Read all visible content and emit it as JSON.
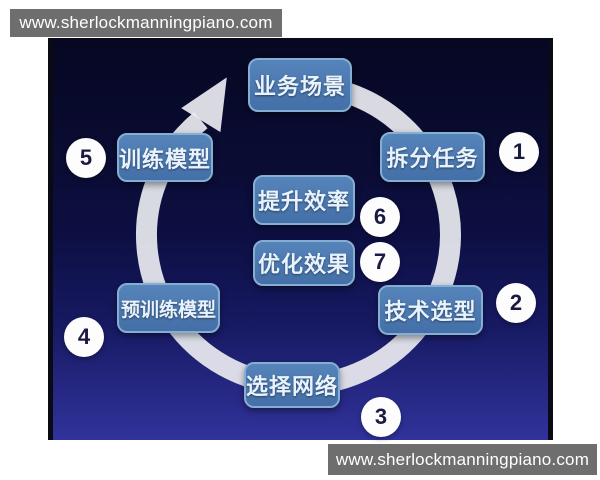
{
  "watermark": {
    "text": "www.sherlockmanningpiano.com"
  },
  "diagram": {
    "title_hint": "circular-process-flow",
    "nodes": {
      "business_scene": {
        "label": "业务场景"
      },
      "split_task": {
        "label": "拆分任务",
        "number": "1"
      },
      "tech_selection": {
        "label": "技术选型",
        "number": "2"
      },
      "select_network": {
        "label": "选择网络",
        "number": "3"
      },
      "pretrain_model": {
        "label": "预训练模型",
        "number": "4"
      },
      "train_model": {
        "label": "训练模型",
        "number": "5"
      },
      "improve_efficiency": {
        "label": "提升效率",
        "number": "6"
      },
      "optimize_effect": {
        "label": "优化效果",
        "number": "7"
      }
    },
    "flow_order": [
      "业务场景",
      "拆分任务",
      "技术选型",
      "选择网络",
      "预训练模型",
      "训练模型"
    ],
    "center_items": [
      "提升效率",
      "优化效果"
    ],
    "colors": {
      "box_fill": "#4b7ab2",
      "box_border": "#86add2",
      "box_text": "#e9f3fd",
      "ring": "#e8eaef",
      "badge_bg": "#fdfdfd",
      "badge_text": "#1a1a42",
      "bg_top": "#060722",
      "bg_bottom": "#31329b",
      "watermark_bar": "#6e6e6e",
      "watermark_text": "#ffffff"
    }
  }
}
